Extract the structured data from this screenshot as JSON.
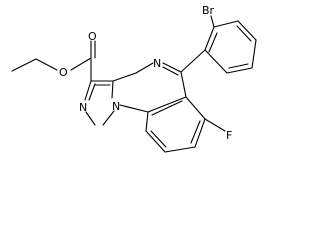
{
  "structure": {
    "atoms": {
      "O_carbonyl": "O",
      "O_ester": "O",
      "N_ring_left": "N",
      "N_ring_bottom": "N",
      "N_diazepine": "N",
      "Br": "Br",
      "F": "F"
    }
  },
  "colors": {
    "line": "#000000",
    "background": "#ffffff"
  }
}
